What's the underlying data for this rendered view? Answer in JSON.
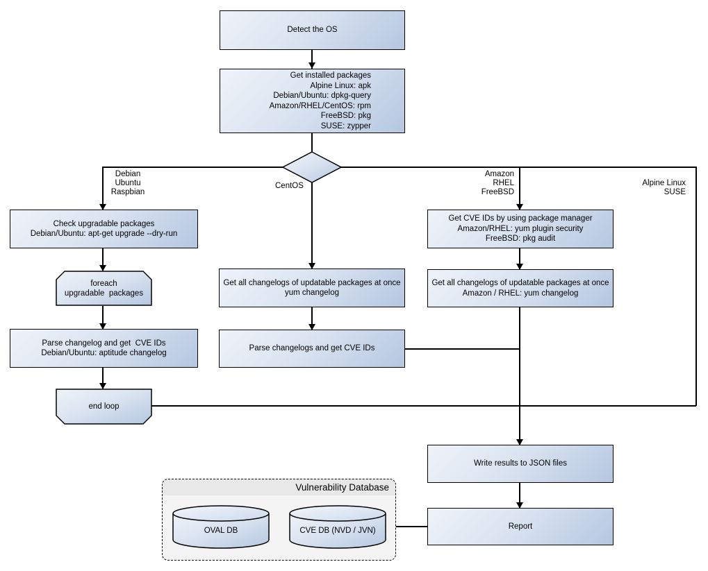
{
  "nodes": {
    "detect_os": "Detect the OS",
    "get_installed_packages": "Get installed packages\nAlpine Linux: apk\nDebian/Ubuntu: dpkg-query\nAmazon/RHEL/CentOS: rpm\nFreeBSD: pkg\nSUSE: zypper",
    "check_upgradable": "Check upgradable packages\nDebian/Ubuntu: apt-get upgrade --dry-run",
    "foreach_loop": "foreach\nupgradable  packages",
    "parse_changelog_debian": "Parse changelog and get  CVE IDs\nDebian/Ubuntu: aptitude changelog",
    "end_loop": "end loop",
    "get_changelogs_centos": "Get all changelogs of updatable packages at once\nyum changelog",
    "parse_changelogs_centos": "Parse changelogs and get CVE IDs",
    "get_cve_ids_pkg_manager": "Get CVE IDs by using package manager\nAmazon/RHEL: yum plugin security\nFreeBSD: pkg audit",
    "get_changelogs_amazon": "Get all changelogs of updatable packages at once\nAmazon / RHEL: yum changelog",
    "write_results": "Write results to JSON files",
    "report": "Report"
  },
  "branch_labels": {
    "debian": "Debian\nUbuntu\nRaspbian",
    "centos": "CentOS",
    "amazon": "Amazon\nRHEL\nFreeBSD",
    "alpine": "Alpine Linux\nSUSE"
  },
  "database": {
    "title": "Vulnerability Database",
    "oval_db": "OVAL DB",
    "cve_db": "CVE DB (NVD / JVN)"
  },
  "colors": {
    "node_fill_light": "#eff3f9",
    "node_fill_dark": "#b5c7e1",
    "node_border": "#000000",
    "connector": "#000000",
    "db_body": "#f4f4f4",
    "db_header": "#e8e8e8"
  }
}
